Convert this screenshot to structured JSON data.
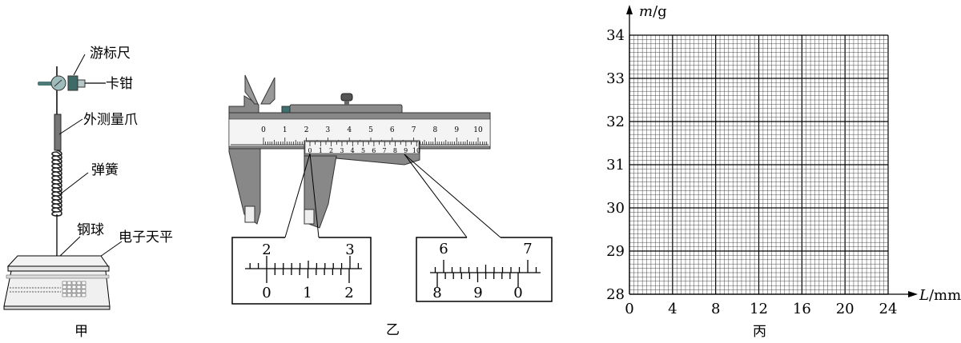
{
  "figure_a": {
    "caption": "甲",
    "labels": {
      "vernier_caliper": "游标尺",
      "clamp": "卡钳",
      "outer_jaw": "外测量爪",
      "spring": "弹簧",
      "steel_ball": "钢球",
      "electronic_balance": "电子天平"
    }
  },
  "figure_b": {
    "caption": "乙",
    "main_scale_labels": [
      "0",
      "1",
      "2",
      "3",
      "4",
      "5",
      "6",
      "7",
      "8",
      "9",
      "10"
    ],
    "vernier_labels": [
      "0",
      "1",
      "2",
      "3",
      "4",
      "5",
      "6",
      "7",
      "8",
      "9",
      "10"
    ],
    "zoom_left": {
      "main": [
        "2",
        "3"
      ],
      "vernier": [
        "0",
        "1",
        "2"
      ]
    },
    "zoom_right": {
      "main": [
        "6",
        "7"
      ],
      "vernier": [
        "8",
        "9",
        "0"
      ]
    }
  },
  "figure_c": {
    "caption": "丙",
    "x_axis_label_var": "L",
    "x_axis_label_unit": "/mm",
    "y_axis_label_var": "m",
    "y_axis_label_unit": "/g",
    "x_ticks": [
      "0",
      "4",
      "8",
      "12",
      "16",
      "20",
      "24"
    ],
    "y_ticks": [
      "28",
      "29",
      "30",
      "31",
      "32",
      "33",
      "34"
    ]
  }
}
